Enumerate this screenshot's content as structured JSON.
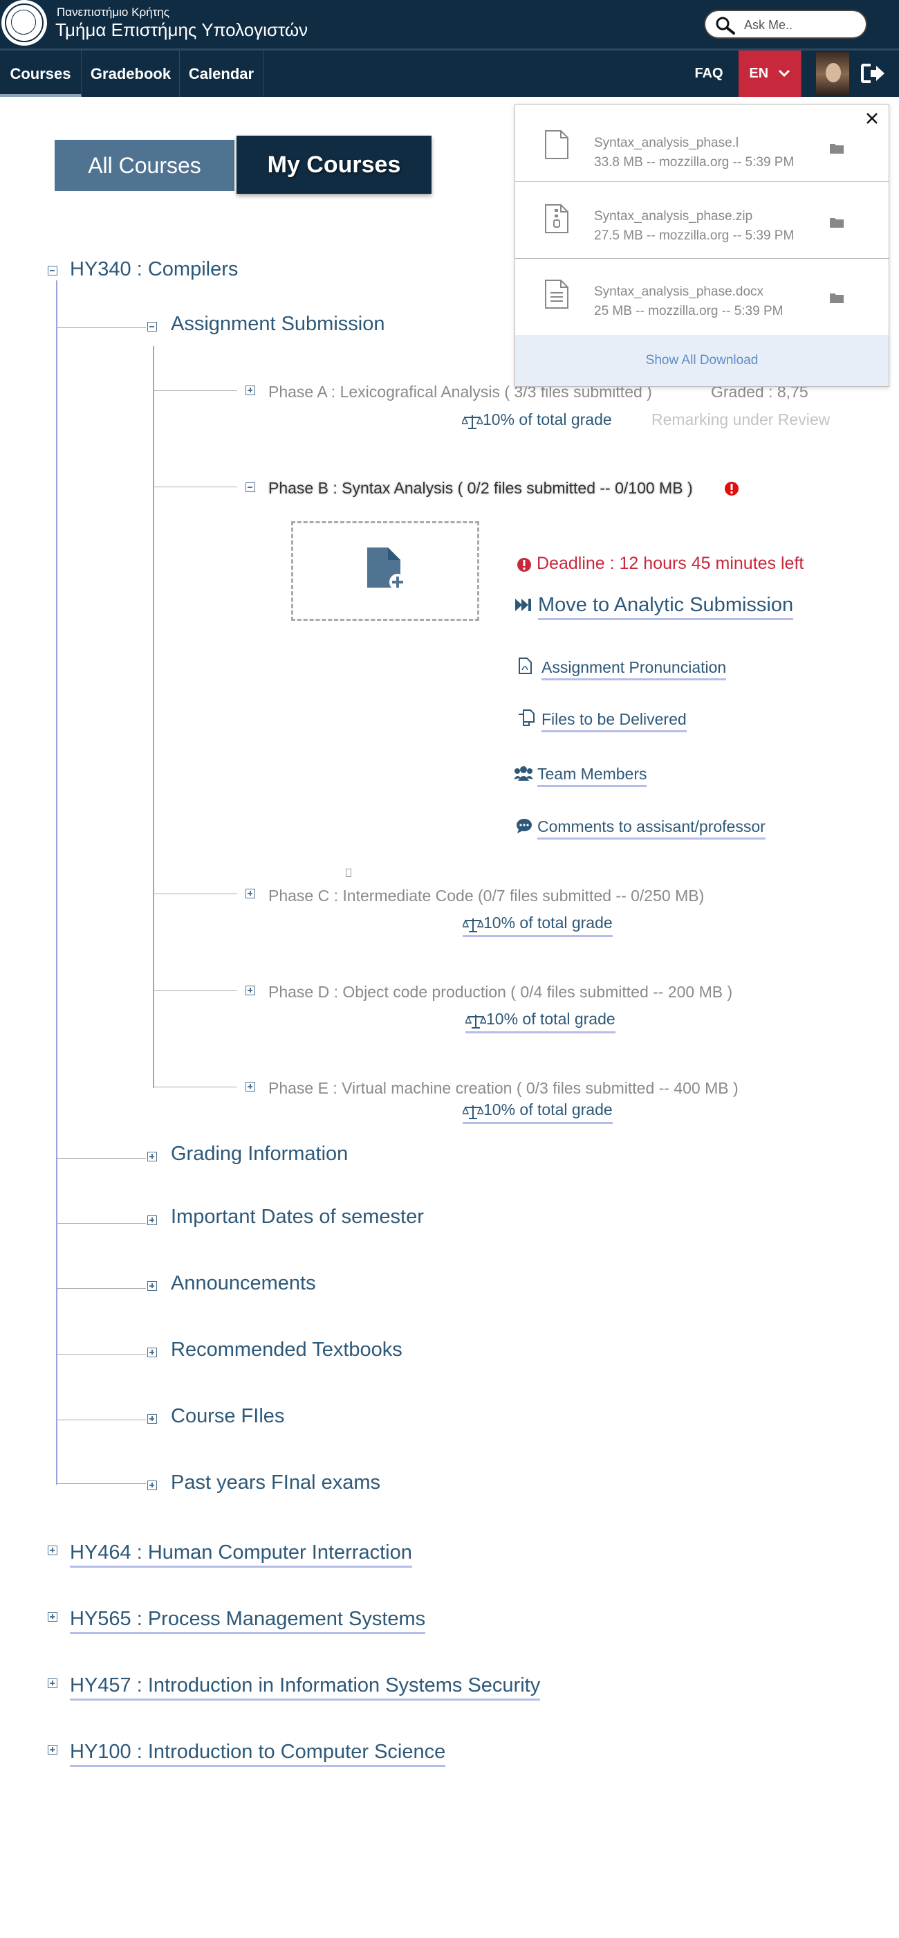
{
  "header": {
    "university": "Πανεπιστήμιο Κρήτης",
    "department": "Τμήμα Επιστήμης Υπολογιστών",
    "search_placeholder": "Ask Me..",
    "nav": [
      "Courses",
      "Gradebook",
      "Calendar"
    ],
    "faq": "FAQ",
    "language": "EN"
  },
  "tabs": {
    "all": "All Courses",
    "mine": "My Courses"
  },
  "downloads": {
    "items": [
      {
        "name": "Syntax_analysis_phase.l",
        "meta": "33.8 MB -- mozzilla.org -- 5:39 PM",
        "icon": "file-icon"
      },
      {
        "name": "Syntax_analysis_phase.zip",
        "meta": "27.5 MB -- mozzilla.org -- 5:39 PM",
        "icon": "zip-file-icon"
      },
      {
        "name": "Syntax_analysis_phase.docx",
        "meta": "25 MB -- mozzilla.org -- 5:39 PM",
        "icon": "document-icon"
      }
    ],
    "show_all": "Show All Download"
  },
  "course": {
    "title": "HY340 : Compilers",
    "assignment_section": "Assignment Submission",
    "phases": {
      "a": {
        "title": "Phase A : Lexicografical Analysis ( 3/3 files submitted )",
        "graded": "Graded : 8,75",
        "weight": "10% of total grade",
        "status": "Remarking under Review"
      },
      "b": {
        "title": "Phase B : Syntax Analysis ( 0/2 files submitted -- 0/100 MB )",
        "deadline": "Deadline : 12 hours 45 minutes left",
        "move": "Move to Analytic Submission",
        "links": [
          "Assignment Pronunciation",
          "Files to be Delivered",
          "Team Members",
          "Comments to assisant/professor"
        ]
      },
      "c": {
        "title": "Phase C : Intermediate Code (0/7 files submitted -- 0/250 MB)",
        "weight": "10% of total grade"
      },
      "d": {
        "title": "Phase D : Object code production ( 0/4 files submitted -- 200 MB )",
        "weight": "10% of total grade"
      },
      "e": {
        "title": "Phase E : Virtual machine creation ( 0/3 files submitted -- 400 MB )",
        "weight": "10% of total grade"
      }
    },
    "sections": [
      "Grading Information",
      "Important Dates of semester",
      "Announcements",
      "Recommended Textbooks",
      "Course FIles",
      "Past years FInal exams"
    ]
  },
  "other_courses": [
    "HY464 : Human Computer Interraction",
    "HY565 : Process Management Systems",
    "HY457 : Introduction in Information Systems Security",
    "HY100 : Introduction to Computer Science"
  ],
  "colors": {
    "header": "#102c42",
    "accent": "#2d5878",
    "alert": "#c8283c",
    "underline": "#b6bde8"
  }
}
